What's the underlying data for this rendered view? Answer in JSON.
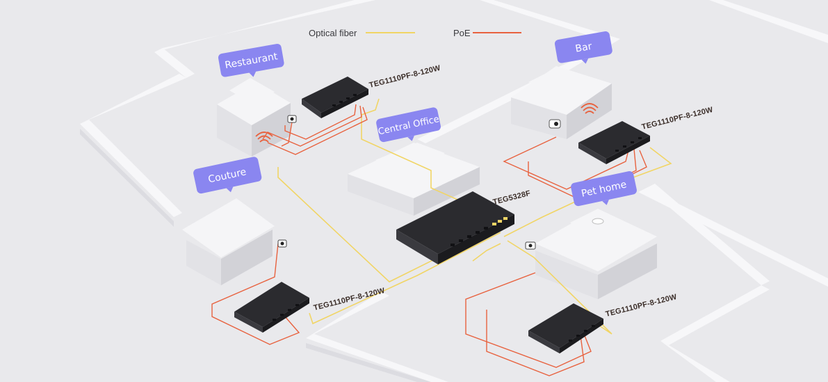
{
  "legend": {
    "fiber_label": "Optical fiber",
    "fiber_color": "#f1d565",
    "poe_label": "PoE",
    "poe_color": "#e8623f"
  },
  "locations": {
    "restaurant": "Restaurant",
    "bar": "Bar",
    "central_office": "Central Office",
    "couture": "Couture",
    "pet_home": "Pet home"
  },
  "devices": {
    "restaurant_switch": "TEG1110PF-8-120W",
    "bar_switch": "TEG1110PF-8-120W",
    "core_switch": "TEG5328F",
    "couture_switch": "TEG1110PF-8-120W",
    "pet_home_switch": "TEG1110PF-8-120W"
  },
  "icons": [
    "wifi-icon",
    "camera-icon",
    "access-point-icon"
  ],
  "colors": {
    "bubble": "#8a86f0",
    "background": "#e9e9ec"
  }
}
